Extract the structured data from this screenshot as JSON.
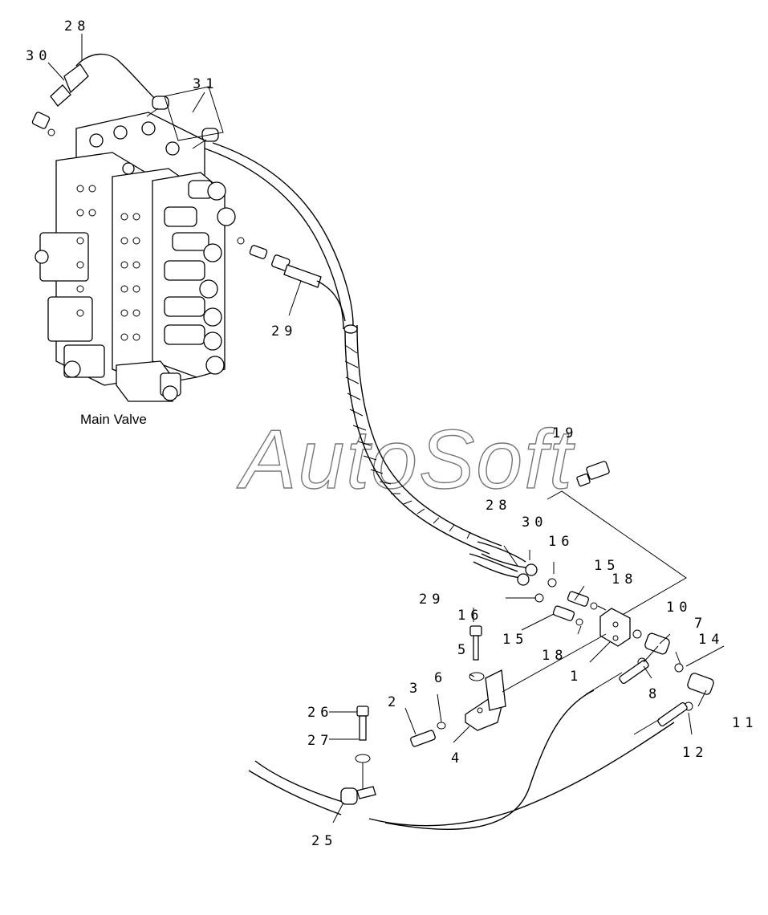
{
  "figure": {
    "main_valve_label": "Main Valve",
    "watermark": "AutoSoft"
  },
  "callouts": {
    "c1": "1",
    "c2": "2",
    "c3": "3",
    "c4": "4",
    "c5": "5",
    "c6": "6",
    "c7": "7",
    "c8": "8",
    "c10": "10",
    "c11": "11",
    "c12": "12",
    "c14": "14",
    "c15a": "15",
    "c15b": "15",
    "c16a": "16",
    "c16b": "16",
    "c18a": "18",
    "c18b": "18",
    "c19": "19",
    "c25": "25",
    "c26": "26",
    "c27": "27",
    "c28a": "28",
    "c28b": "28",
    "c29a": "29",
    "c29b": "29",
    "c30a": "30",
    "c30b": "30",
    "c31": "31"
  }
}
